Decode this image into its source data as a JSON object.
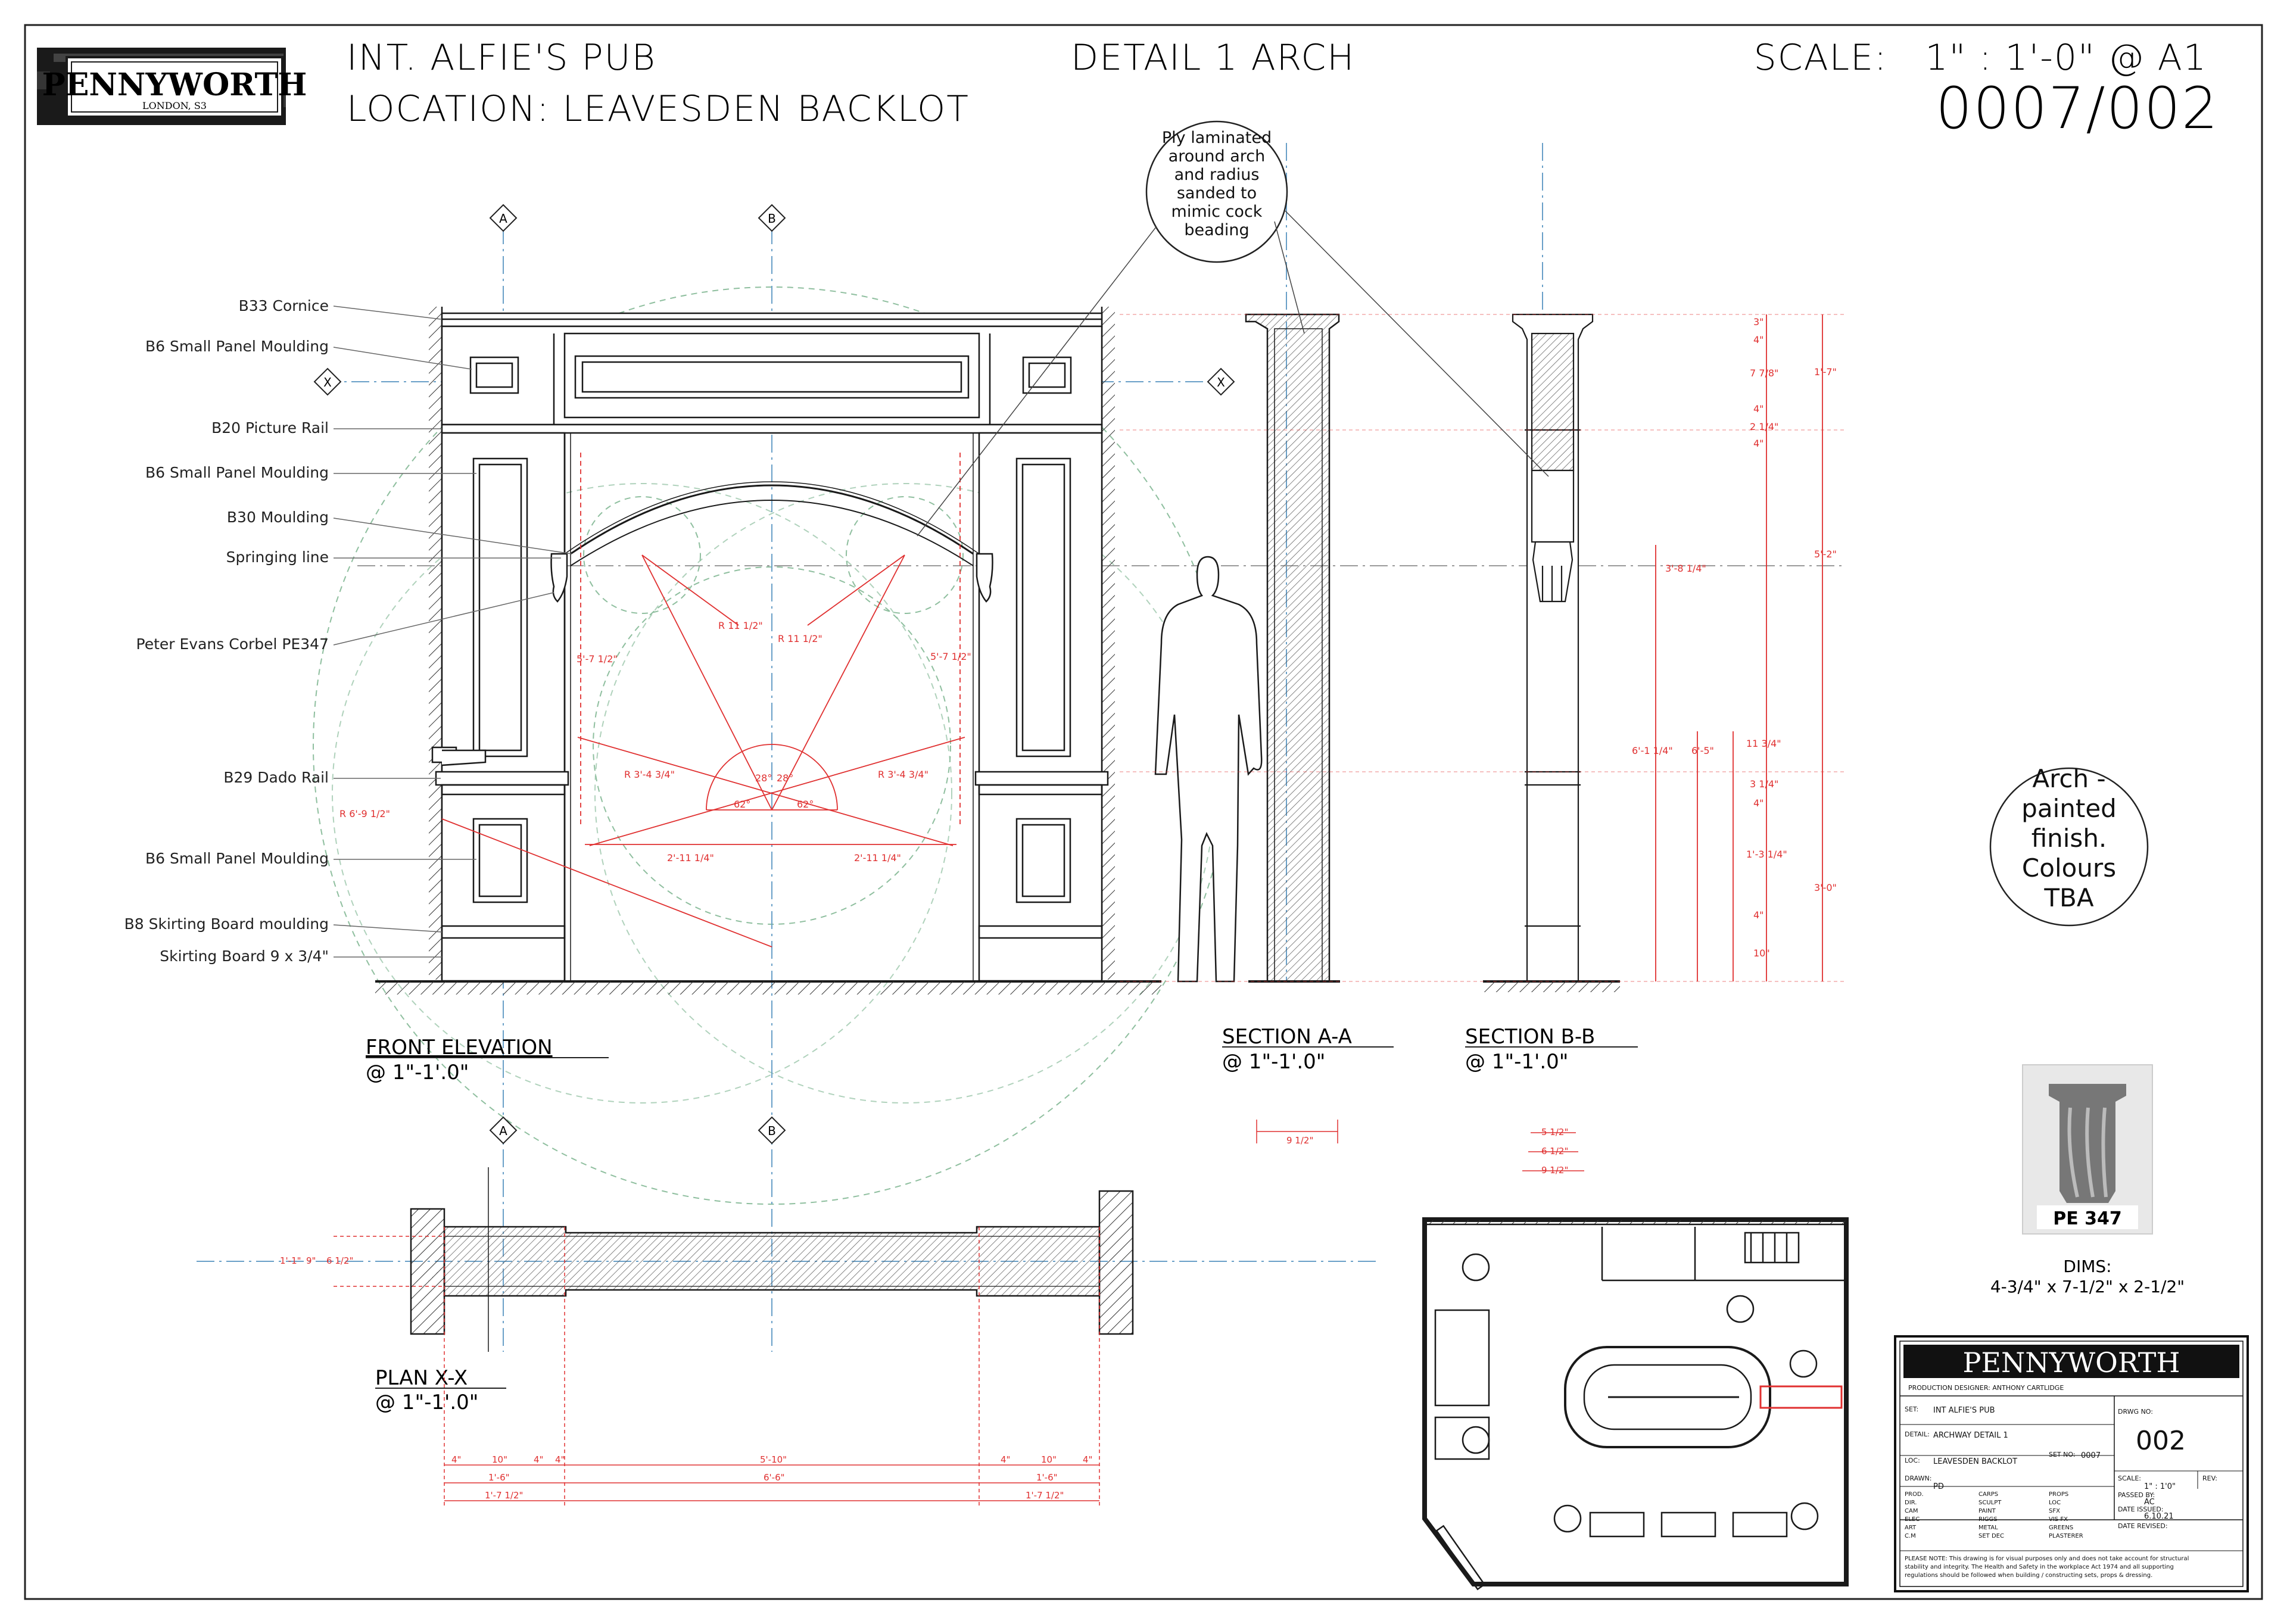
{
  "header": {
    "logo_name": "PENNYWORTH",
    "logo_sub": "LONDON, S3",
    "title_line1": "INT. ALFIE'S PUB",
    "title_line2": "LOCATION: LEAVESDEN BACKLOT",
    "detail": "DETAIL 1 ARCH",
    "scale": "SCALE:   1\" : 1'-0\" @ A1",
    "drawing_number": "0007/002"
  },
  "labels": [
    "B33 Cornice",
    "B6 Small Panel Moulding",
    "B20 Picture Rail",
    "B6 Small Panel Moulding",
    "B30 Moulding",
    "Springing line",
    "Peter Evans Corbel PE347",
    "B29 Dado Rail",
    "B6 Small Panel Moulding",
    "B8 Skirting Board moulding",
    "Skirting Board 9 x 3/4\""
  ],
  "callout_ply": [
    "Ply laminated",
    "around arch",
    "and radius",
    "sanded to",
    "mimic cock",
    "beading"
  ],
  "callout_finish": [
    "Arch -",
    "painted",
    "finish.",
    "Colours",
    "TBA"
  ],
  "gridlines": {
    "a": "A",
    "b": "B",
    "x": "X"
  },
  "views": {
    "front": {
      "title": "FRONT ELEVATION",
      "scale": "@ 1\"-1'.0\""
    },
    "section_a": {
      "title": "SECTION A-A",
      "scale": "@ 1\"-1'.0\""
    },
    "section_b": {
      "title": "SECTION B-B",
      "scale": "@ 1\"-1'.0\""
    },
    "plan": {
      "title": "PLAN X-X",
      "scale": "@ 1\"-1'.0\""
    }
  },
  "elevation_dims": {
    "r11_left": "R 11 1/2\"",
    "r11_right": "R 11 1/2\"",
    "h57_left": "5'-7 1/2\"",
    "h57_right": "5'-7 1/2\"",
    "r34_left": "R 3'-4 3/4\"",
    "r34_right": "R 3'-4 3/4\"",
    "a28_left": "28°",
    "a28_right": "28°",
    "a62_left": "62°",
    "a62_right": "62°",
    "w211_left": "2'-11 1/4\"",
    "w211_right": "2'-11 1/4\"",
    "r69": "R 6'-9 1/2\""
  },
  "section_b_dims": {
    "right": [
      "3\"",
      "4\"",
      "7 7/8\"",
      "4\"",
      "2 1/4\"",
      "4\"",
      "11 3/4\"",
      "3 1/4\"",
      "4\"",
      "1'-3 1/4\"",
      "4\"",
      "10\""
    ],
    "far_right": [
      "1'-7\"",
      "5'-2\"",
      "3'-0\""
    ],
    "left": [
      "3'-8 1/4\"",
      "6'-1 1/4\"",
      "6'-5\""
    ],
    "bottom": [
      "5 1/2\"",
      "6 1/2\"",
      "9 1/2\""
    ]
  },
  "section_a_dims": {
    "bottom": "9 1/2\""
  },
  "plan_dims": {
    "left": [
      "1'-1\"",
      "9\"",
      "6 1/2\""
    ],
    "row1": [
      "4\"",
      "10\"",
      "4\"",
      "4\"",
      "5'-10\"",
      "4\"",
      "10\"",
      "4\""
    ],
    "row2": [
      "1'-6\"",
      "6'-6\"",
      "1'-6\""
    ],
    "row3": [
      "1'-7 1/2\"",
      "1'-7 1/2\""
    ]
  },
  "corbel": {
    "code": "PE 347",
    "dims_label": "DIMS:",
    "dims": "4-3/4\" x 7-1/2\" x 2-1/2\""
  },
  "title_block": {
    "brand": "PENNYWORTH",
    "production_designer": "PRODUCTION DESIGNER: ANTHONY CARTLIDGE",
    "set_label": "SET:",
    "set_value": "INT ALFIE'S PUB",
    "detail_label": "DETAIL:",
    "detail_value": "ARCHWAY DETAIL 1",
    "loc_label": "LOC:",
    "loc_value": "LEAVESDEN BACKLOT",
    "set_no_label": "SET NO:",
    "set_no_value": "0007",
    "drwg_no_label": "DRWG NO:",
    "drwg_no_value": "002",
    "drawn_label": "DRAWN:",
    "drawn_value": "PD",
    "scale_label": "SCALE:",
    "scale_value": "1\" : 1'0\"",
    "rev_label": "REV:",
    "passed_by_label": "PASSED BY:",
    "passed_by_value": "AC",
    "date_issued_label": "DATE ISSUED:",
    "date_issued_value": "6.10.21",
    "date_revised_label": "DATE REVISED:",
    "distribution": [
      [
        "PROD.",
        "CARPS",
        "PROPS"
      ],
      [
        "DIR.",
        "SCULPT",
        "LOC"
      ],
      [
        "CAM",
        "PAINT",
        "SFX"
      ],
      [
        "ELEC",
        "RIGGS",
        "VIS FX"
      ],
      [
        "ART",
        "METAL",
        "GREENS"
      ],
      [
        "C.M",
        "SET DEC",
        "PLASTERER"
      ]
    ],
    "note_1": "PLEASE NOTE: This drawing is for visual purposes only and does not take account for structural",
    "note_2": "stability and integrity. The Health and Safety in the workplace Act 1974 and all supporting",
    "note_3": "regulations should be followed when building / constructing sets, props & dressing."
  },
  "colors": {
    "line": "#1a1a1a",
    "dimension": "#e03030",
    "construction": "#6aa0c8",
    "guide": "#8fbf9f"
  }
}
